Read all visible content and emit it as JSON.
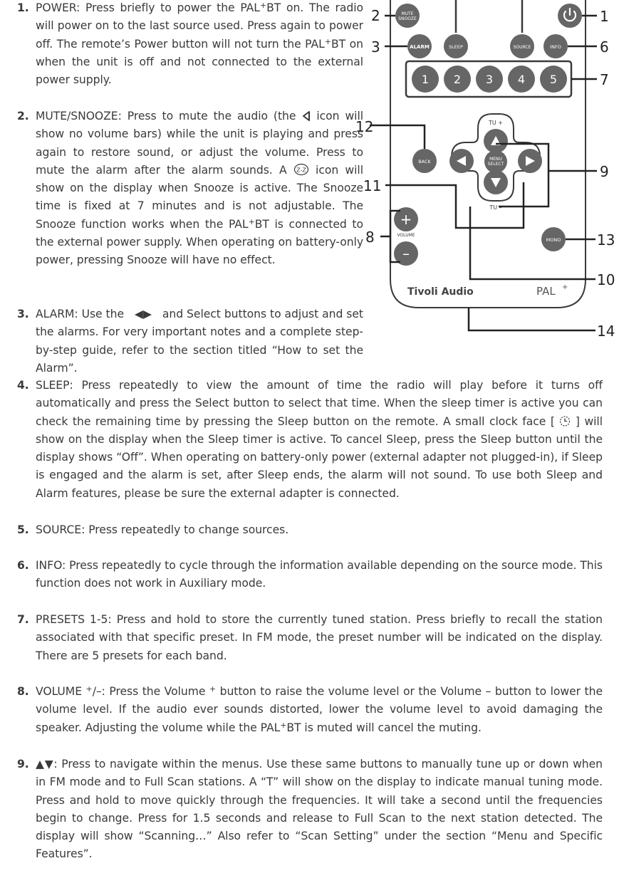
{
  "remote": {
    "buttons": {
      "mute": [
        "MUTE",
        "SNOOZE"
      ],
      "sleep": "SLEEP",
      "source": "SOURCE",
      "alarm": "ALARM",
      "info": "INFO",
      "back": "BACK",
      "menu": [
        "MENU",
        "SELECT"
      ],
      "mono": "MONO",
      "volume": "VOLUME",
      "tu_plus": "TU +",
      "tu_minus": "TU –",
      "presets": [
        "1",
        "2",
        "3",
        "4",
        "5"
      ],
      "vol_plus": "+",
      "vol_minus": "–"
    },
    "brand": "Tivoli Audio",
    "model": "PAL",
    "model_sup": "+",
    "callouts": [
      "1",
      "2",
      "3",
      "6",
      "7",
      "9",
      "8",
      "10",
      "11",
      "12",
      "13",
      "14"
    ]
  },
  "items": [
    {
      "num": "1.",
      "html": "POWER: Press briefly to power the PAL<sup>+</sup>BT on. The radio will power on to the last source used. Press again to power off. The remote’s Power button will not turn the PAL<sup>+</sup>BT on when the unit is off and not connected to the external power supply."
    },
    {
      "num": "2.",
      "html": "MUTE/SNOOZE: Press to mute the audio (the [speaker] icon will show no volume bars) while the unit is playing and press again to restore sound, or adjust the volume. Press to mute the alarm after the alarm sounds. A [snooze] icon will show on the display when Snooze is active. The Snooze time is fixed at 7 minutes and is not adjustable. The Snooze function works when the PAL<sup>+</sup>BT is connected to the external power supply. When operating on battery-only power, pressing Snooze will have no effect."
    },
    {
      "num": "3.",
      "html": "ALARM: Use the &nbsp;&nbsp;◀▶&nbsp;&nbsp; and Select buttons to adjust and set the alarms. For very important notes and a complete step-by-step guide, refer to the section titled “How to set the Alarm”."
    },
    {
      "num": "4.",
      "html": "SLEEP: Press repeatedly to view the amount of time the radio will play before it turns off automatically and press the Select button to select that time. When the sleep timer is active you can check the remaining time by pressing the Sleep button on the remote. A small clock face [ [clock] ] will show on the display when the Sleep timer is active. To cancel Sleep, press the Sleep button until the display shows “Off”. When operating on battery-only power (external adapter not plugged-in), if Sleep is engaged and the alarm is set, after Sleep ends, the alarm will not sound. To use both Sleep and Alarm features, please be sure the external adapter is connected."
    },
    {
      "num": "5.",
      "html": "SOURCE: Press repeatedly to change sources."
    },
    {
      "num": "6.",
      "html": "INFO: Press repeatedly to cycle through the information available depending on the source mode. This function does not work in Auxiliary mode."
    },
    {
      "num": "7.",
      "html": "PRESETS 1-5: Press and hold to store the currently tuned station. Press briefly to recall the station associated with that specific preset. In FM mode, the preset number will be indicated on the display. There are 5 presets for each band."
    },
    {
      "num": "8.",
      "html": "VOLUME <sup>+</sup>/–: Press the Volume <sup>+</sup> button to raise the volume level or the Volume – button to lower the volume level. If the audio ever sounds distorted, lower the volume level to avoid damaging the speaker. Adjusting the volume while the PAL<sup>+</sup>BT is muted will cancel the muting."
    },
    {
      "num": "9.",
      "html": "▲▼: Press to navigate within the menus. Use these same buttons to manually tune up or down when in FM mode and to Full Scan stations. A “T” will show on the display to indicate manual tuning mode. Press and hold to move quickly through the frequencies. It will take a second until the frequencies begin to change. Press for 1.5 seconds and release to Full Scan to the next station detected. The display will show “Scanning…” Also refer to “Scan Setting” under the section “Menu and Specific Features”."
    }
  ]
}
